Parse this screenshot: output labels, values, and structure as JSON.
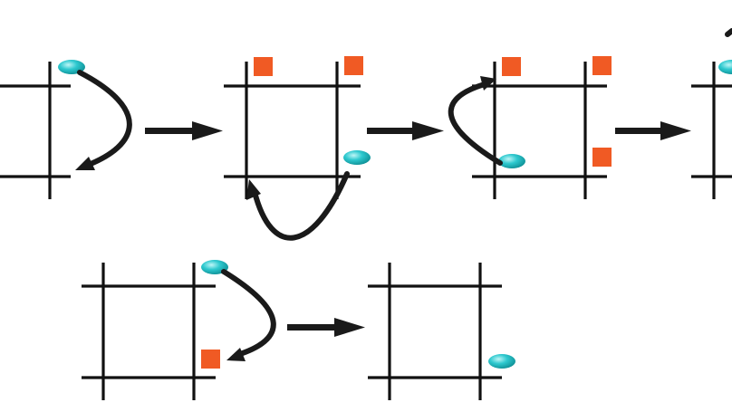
{
  "colors": {
    "background": "#ffffff",
    "grid_line": "#111111",
    "arrow": "#1a1a1a",
    "particle": "#2ec9cf",
    "particle_highlight": "#bff6f7",
    "particle_shade": "#0e8e94",
    "vacancy_marker": "#f05a24"
  },
  "icons": {
    "particle": "cyan-ellipsoid-particle-icon",
    "marker": "orange-square-marker-icon",
    "step_arrow": "right-arrow-icon",
    "hop_arrow": "curved-hop-arrow-icon"
  },
  "panels": [
    {
      "id": "panel-1",
      "row": 1,
      "particles": 1,
      "markers": 0
    },
    {
      "id": "panel-2",
      "row": 1,
      "particles": 1,
      "markers": 2
    },
    {
      "id": "panel-3",
      "row": 1,
      "particles": 1,
      "markers": 3
    },
    {
      "id": "panel-4",
      "row": 1,
      "particles": 1,
      "markers": 0
    },
    {
      "id": "panel-5",
      "row": 2,
      "particles": 1,
      "markers": 1
    },
    {
      "id": "panel-6",
      "row": 2,
      "particles": 1,
      "markers": 0
    }
  ]
}
